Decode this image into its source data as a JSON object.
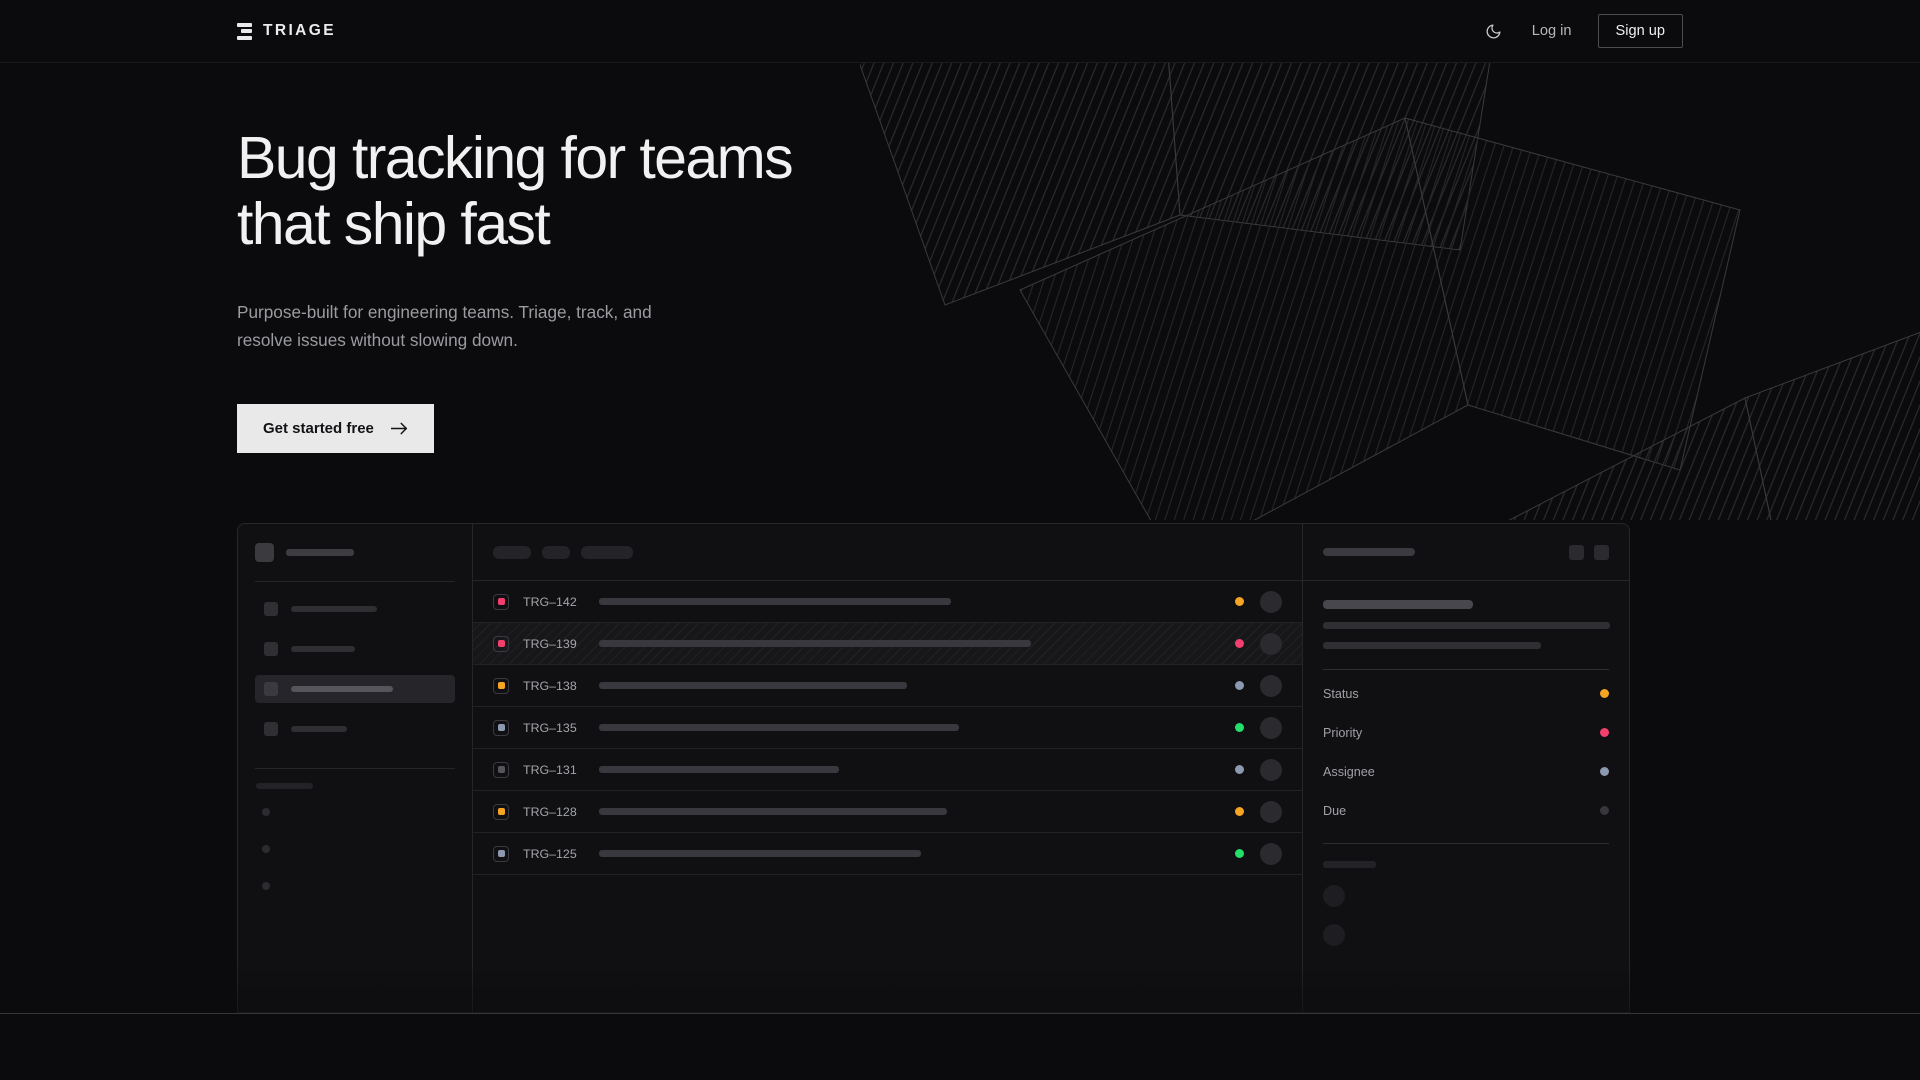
{
  "theme": {
    "page_bg": "#0b0b0d",
    "panel_bg": "#101013",
    "border": "#27272b",
    "text_primary": "#f1f1f2",
    "text_muted": "#9b9ca0",
    "accent_button_bg": "#e9e9e9",
    "status_orange": "#f5a524",
    "status_pink": "#f43f6e",
    "status_blue_gray": "#8c99b0",
    "status_green": "#22e06a",
    "status_muted": "#3a3a40"
  },
  "nav": {
    "brand": "TRIAGE",
    "brand_icon": "stacked-bars-logo-icon",
    "theme_toggle_icon": "moon-icon",
    "login_label": "Log in",
    "signup_label": "Sign up"
  },
  "hero": {
    "headline": "Bug tracking for teams\nthat ship fast",
    "subhead": "Purpose-built for engineering teams. Triage, track, and\nresolve issues without slowing down.",
    "cta_label": "Get started free",
    "cta_icon": "arrow-right-icon"
  },
  "mockup": {
    "sidebar": {
      "nav_items": [
        {
          "width": 86,
          "active": false
        },
        {
          "width": 64,
          "active": false
        },
        {
          "width": 102,
          "active": true
        },
        {
          "width": 56,
          "active": false
        }
      ],
      "sub_items": 3
    },
    "toolbar": {
      "chips": [
        38,
        28,
        52
      ]
    },
    "list": {
      "rows": [
        {
          "id": "TRG–142",
          "badge_color": "#f43f6e",
          "title_width": 352,
          "status_color": "#f5a524",
          "hatched": false
        },
        {
          "id": "TRG–139",
          "badge_color": "#f43f6e",
          "title_width": 432,
          "status_color": "#f43f6e",
          "hatched": true
        },
        {
          "id": "TRG–138",
          "badge_color": "#f5a524",
          "title_width": 308,
          "status_color": "#8c99b0",
          "hatched": false
        },
        {
          "id": "TRG–135",
          "badge_color": "#8c99b0",
          "title_width": 360,
          "status_color": "#22e06a",
          "hatched": false
        },
        {
          "id": "TRG–131",
          "badge_color": "#55555b",
          "title_width": 240,
          "status_color": "#8c99b0",
          "hatched": false
        },
        {
          "id": "TRG–128",
          "badge_color": "#f5a524",
          "title_width": 348,
          "status_color": "#f5a524",
          "hatched": false
        },
        {
          "id": "TRG–125",
          "badge_color": "#8c99b0",
          "title_width": 322,
          "status_color": "#22e06a",
          "hatched": false
        }
      ]
    },
    "detail": {
      "body_lines": [
        287,
        218
      ],
      "meta": [
        {
          "label": "Status",
          "dot_color": "#f5a524"
        },
        {
          "label": "Priority",
          "dot_color": "#f43f6e"
        },
        {
          "label": "Assignee",
          "dot_color": "#8c99b0"
        },
        {
          "label": "Due",
          "dot_color": "#36363b"
        }
      ],
      "comment_placeholders": 2
    }
  }
}
